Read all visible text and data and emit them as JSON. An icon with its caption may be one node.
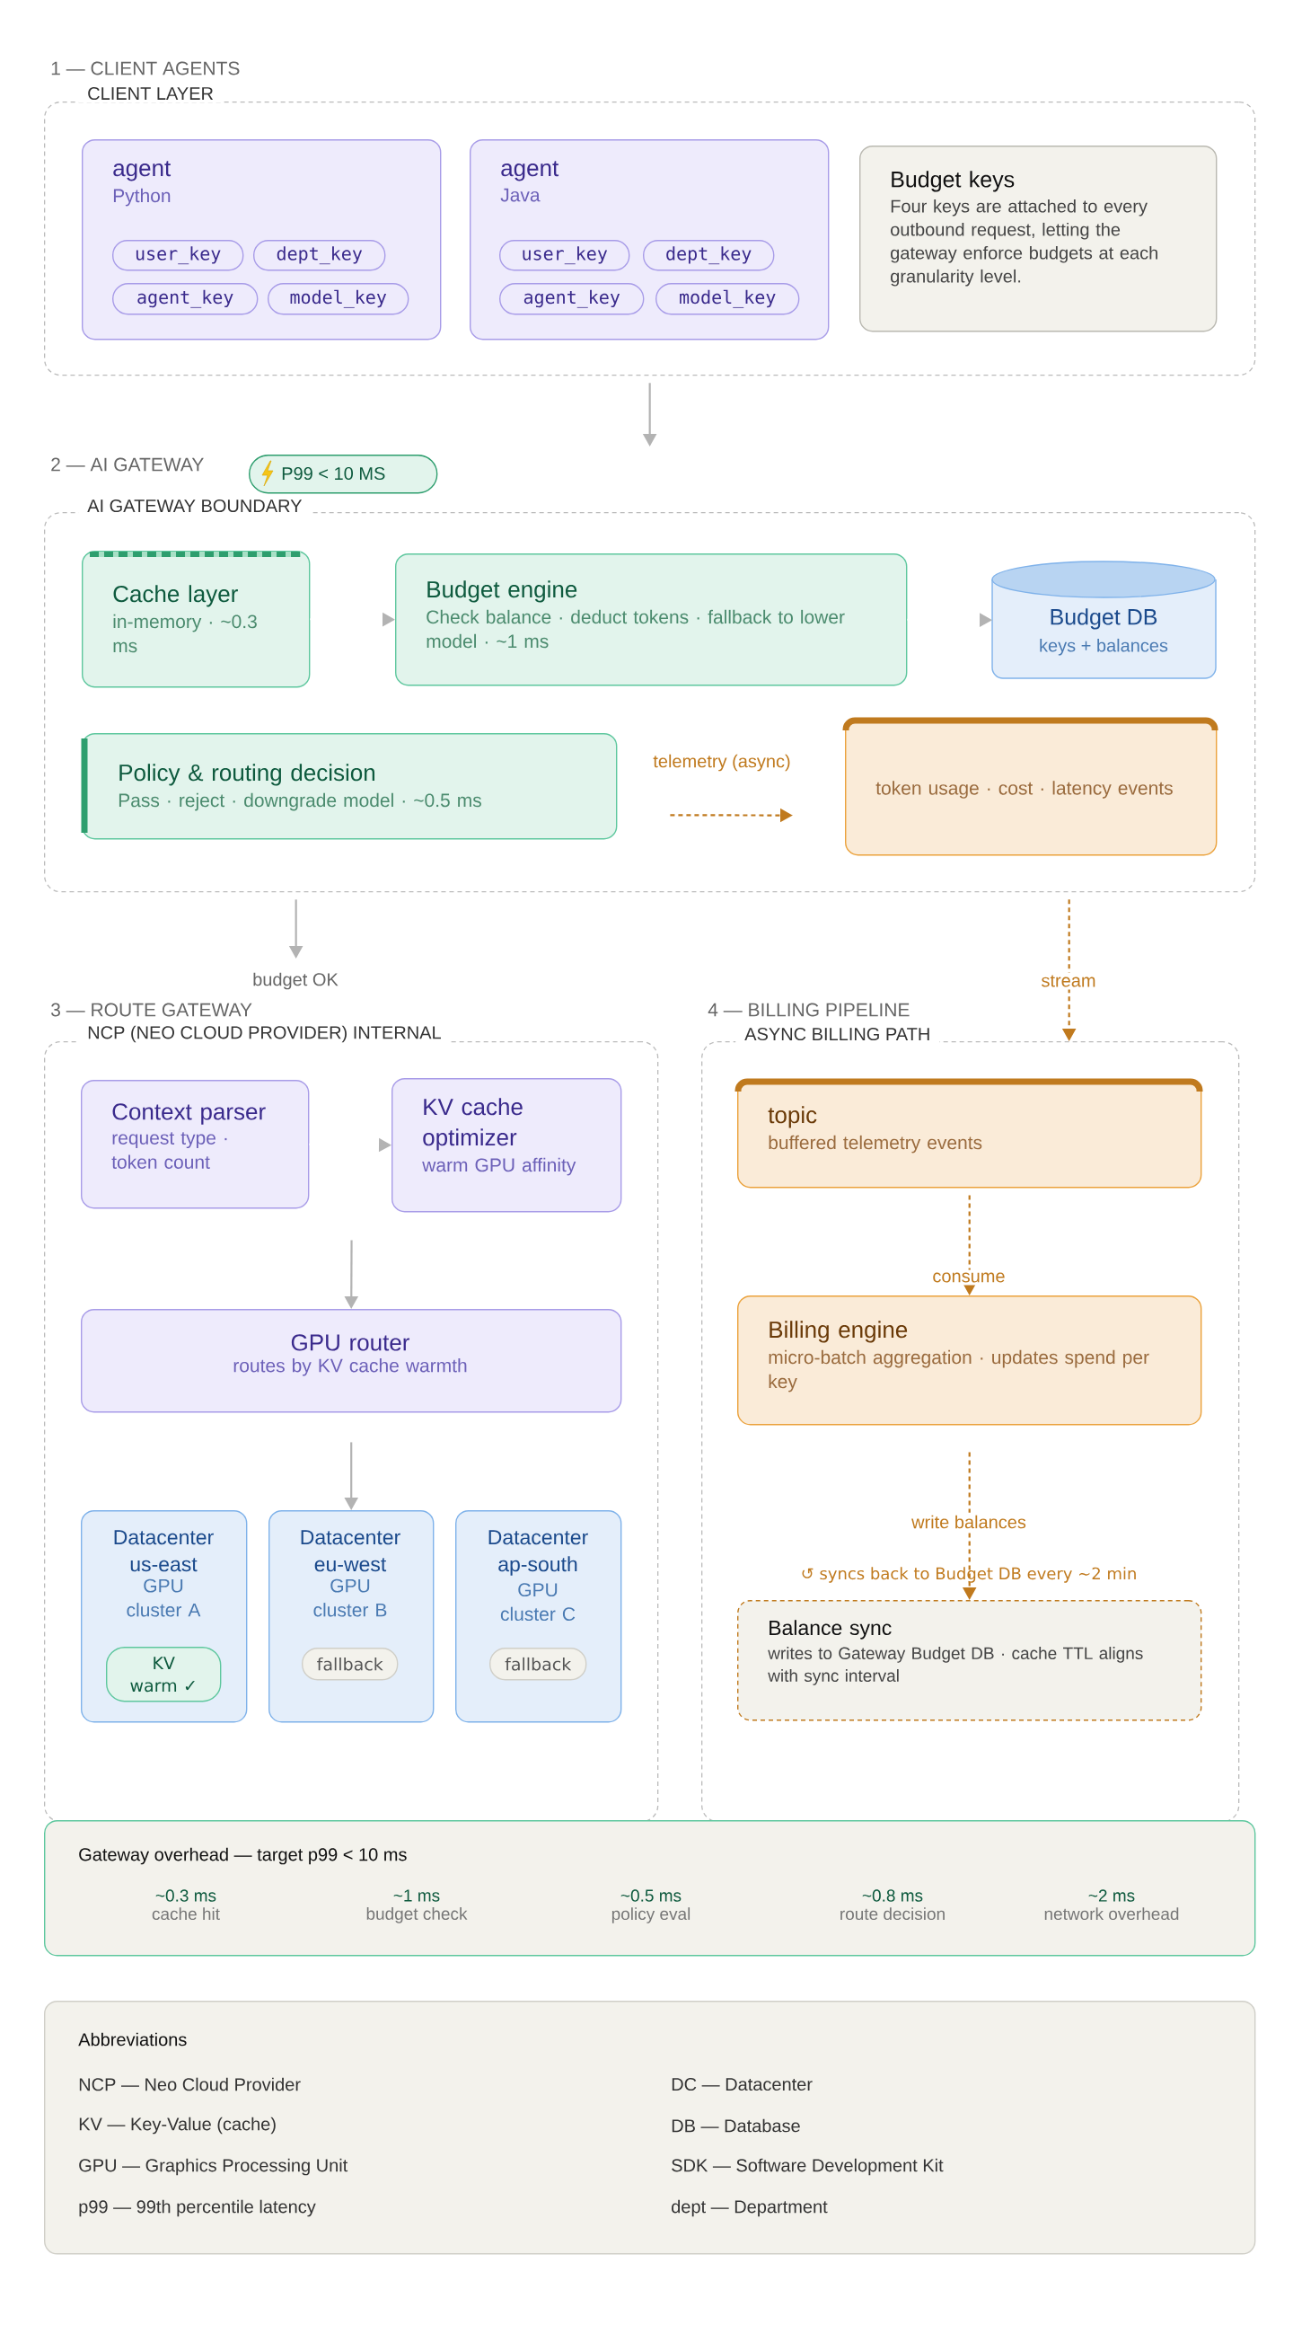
{
  "diagram": {
    "nodes": [
      {
        "text": [
          "1 — CLIENT AGENTS",
          "CLIENT LAYER"
        ]
      },
      {
        "text": [
          "agent",
          "Python"
        ],
        "in": 0
      },
      {
        "text": [
          "user_key"
        ],
        "in": 1
      },
      {
        "text": [
          "dept_key"
        ],
        "in": 1
      },
      {
        "text": [
          "agent_key"
        ],
        "in": 1
      },
      {
        "text": [
          "model_key"
        ],
        "in": 1
      },
      {
        "text": [
          "agent",
          "Java"
        ],
        "in": 0
      },
      {
        "text": [
          "user_key"
        ],
        "in": 6
      },
      {
        "text": [
          "dept_key"
        ],
        "in": 6
      },
      {
        "text": [
          "agent_key"
        ],
        "in": 6
      },
      {
        "text": [
          "model_key"
        ],
        "in": 6
      },
      {
        "text": [
          "Budget keys",
          "Four keys are attached to every outbound request, letting the gateway enforce budgets at each granularity level."
        ],
        "in": 0
      },
      {
        "text": [
          "2 — AI GATEWAY",
          "AI GATEWAY BOUNDARY"
        ]
      },
      {
        "text": [
          "P99 < 10 MS"
        ]
      },
      {
        "text": [
          "Cache layer",
          "in-memory · ~0.3 ms"
        ],
        "in": 12
      },
      {
        "text": [
          "Budget engine",
          "Check balance · deduct tokens · fallback to lower model · ~1 ms"
        ],
        "in": 12
      },
      {
        "text": [
          "Budget DB",
          "keys + balances"
        ],
        "in": 12
      },
      {
        "text": [
          "Policy & routing decision",
          "Pass · reject · downgrade model · ~0.5 ms"
        ],
        "in": 12
      },
      {
        "text": [
          "token usage · cost · latency events"
        ],
        "in": 12
      },
      {
        "text": [
          "3 — ROUTE GATEWAY",
          "NCP (NEO CLOUD PROVIDER) INTERNAL"
        ]
      },
      {
        "text": [
          "Context parser",
          "request type · token count"
        ],
        "in": 19
      },
      {
        "text": [
          "KV cache optimizer",
          "warm GPU affinity"
        ],
        "in": 19
      },
      {
        "text": [
          "GPU router",
          "routes by KV cache warmth"
        ],
        "in": 19
      },
      {
        "text": [
          "Datacenter us-east",
          "GPU cluster A"
        ],
        "in": 19
      },
      {
        "text": [
          "KV warm ✓"
        ],
        "in": 23
      },
      {
        "text": [
          "Datacenter eu-west",
          "GPU cluster B"
        ],
        "in": 19
      },
      {
        "text": [
          "fallback"
        ],
        "in": 25
      },
      {
        "text": [
          "Datacenter ap-south",
          "GPU cluster C"
        ],
        "in": 19
      },
      {
        "text": [
          "fallback"
        ],
        "in": 27
      },
      {
        "text": [
          "4 — BILLING PIPELINE",
          "ASYNC BILLING PATH"
        ]
      },
      {
        "text": [
          "topic",
          "buffered telemetry events"
        ],
        "in": 29
      },
      {
        "text": [
          "Billing engine",
          "micro-batch aggregation · updates spend per key"
        ],
        "in": 29
      },
      {
        "text": [
          "Balance sync",
          "writes to Gateway Budget DB · cache TTL aligns with sync interval"
        ],
        "beside": [
          "↺ syncs back to Budget DB every ~2 min"
        ],
        "in": 29
      },
      {
        "text": [
          "Gateway overhead — target p99 < 10 ms",
          "~0.3 ms",
          "cache hit",
          "~1 ms",
          "budget check",
          "~0.5 ms",
          "policy eval",
          "~0.8 ms",
          "route decision",
          "~2 ms",
          "network overhead"
        ]
      },
      {
        "text": [
          "Abbreviations",
          "NCP — Neo Cloud Provider",
          "DC — Datacenter",
          "KV — Key-Value (cache)",
          "DB — Database",
          "GPU — Graphics Processing Unit",
          "SDK — Software Development Kit",
          "p99 — 99th percentile latency",
          "dept — Department"
        ]
      }
    ],
    "edges": [
      {
        "from": 0,
        "to": 12,
        "arrow": "to"
      },
      {
        "from": 14,
        "to": 15,
        "arrow": "to"
      },
      {
        "from": 15,
        "to": 16,
        "arrow": "to"
      },
      {
        "from": 17,
        "to": 18,
        "arrow": "to",
        "label": "telemetry (async)",
        "style": "dashed",
        "color": "#c07a1e"
      },
      {
        "from": 12,
        "to": 19,
        "arrow": "to",
        "label": "budget OK"
      },
      {
        "from": 12,
        "to": 29,
        "arrow": "to",
        "label": "stream",
        "style": "dashed",
        "color": "#c07a1e"
      },
      {
        "from": 20,
        "to": 21,
        "arrow": "to"
      },
      {
        "from": 21,
        "to": 22,
        "arrow": "to"
      },
      {
        "from": 22,
        "to": 25,
        "arrow": "to"
      },
      {
        "from": 30,
        "to": 31,
        "arrow": "to",
        "label": "consume",
        "style": "dashed",
        "color": "#c07a1e"
      },
      {
        "from": 31,
        "to": 32,
        "arrow": "to",
        "label": "write balances",
        "style": "dashed",
        "color": "#c07a1e"
      }
    ]
  }
}
